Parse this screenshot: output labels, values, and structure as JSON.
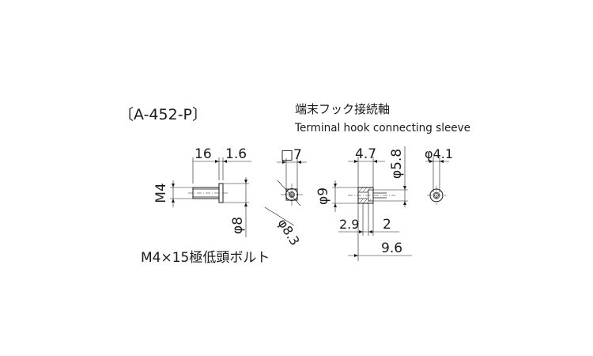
{
  "header": {
    "part_code": "〔A-452-P〕",
    "title_jp": "端末フック接続軸",
    "title_en": "Terminal hook connecting sleeve"
  },
  "bolt": {
    "dim_length": "16",
    "dim_head": "1.6",
    "dim_thread": "M4",
    "dim_head_dia": "φ8",
    "caption": "M4×15極低頭ボルト"
  },
  "sleeve_end": {
    "dim_square": "□7",
    "dim_dia": "φ8.3"
  },
  "sleeve_side": {
    "dim_4_7": "4.7",
    "dim_5_8": "φ5.8",
    "dim_9": "φ9",
    "dim_2_9": "2.9",
    "dim_2": "2",
    "dim_9_6": "9.6"
  },
  "sleeve_front": {
    "dim_4_1": "φ4.1"
  }
}
